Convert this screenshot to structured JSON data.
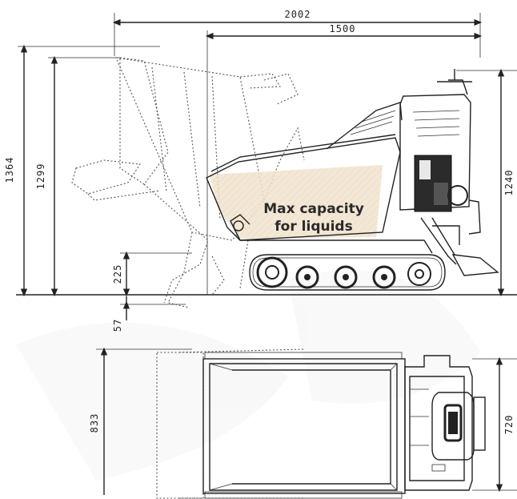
{
  "dimensions": {
    "overall_length": "2002",
    "track_length": "1500",
    "tipped_height": "1364",
    "side_height": "1299",
    "handle_height": "1240",
    "ground_clearance": "225",
    "tip_below_ground": "57",
    "plan_width": "833",
    "track_width": "720"
  },
  "callout": {
    "line1": "Max capacity",
    "line2": "for liquids"
  },
  "colors": {
    "liquid_fill": "#f1e3cf",
    "line": "#222222",
    "background": "#ffffff"
  }
}
